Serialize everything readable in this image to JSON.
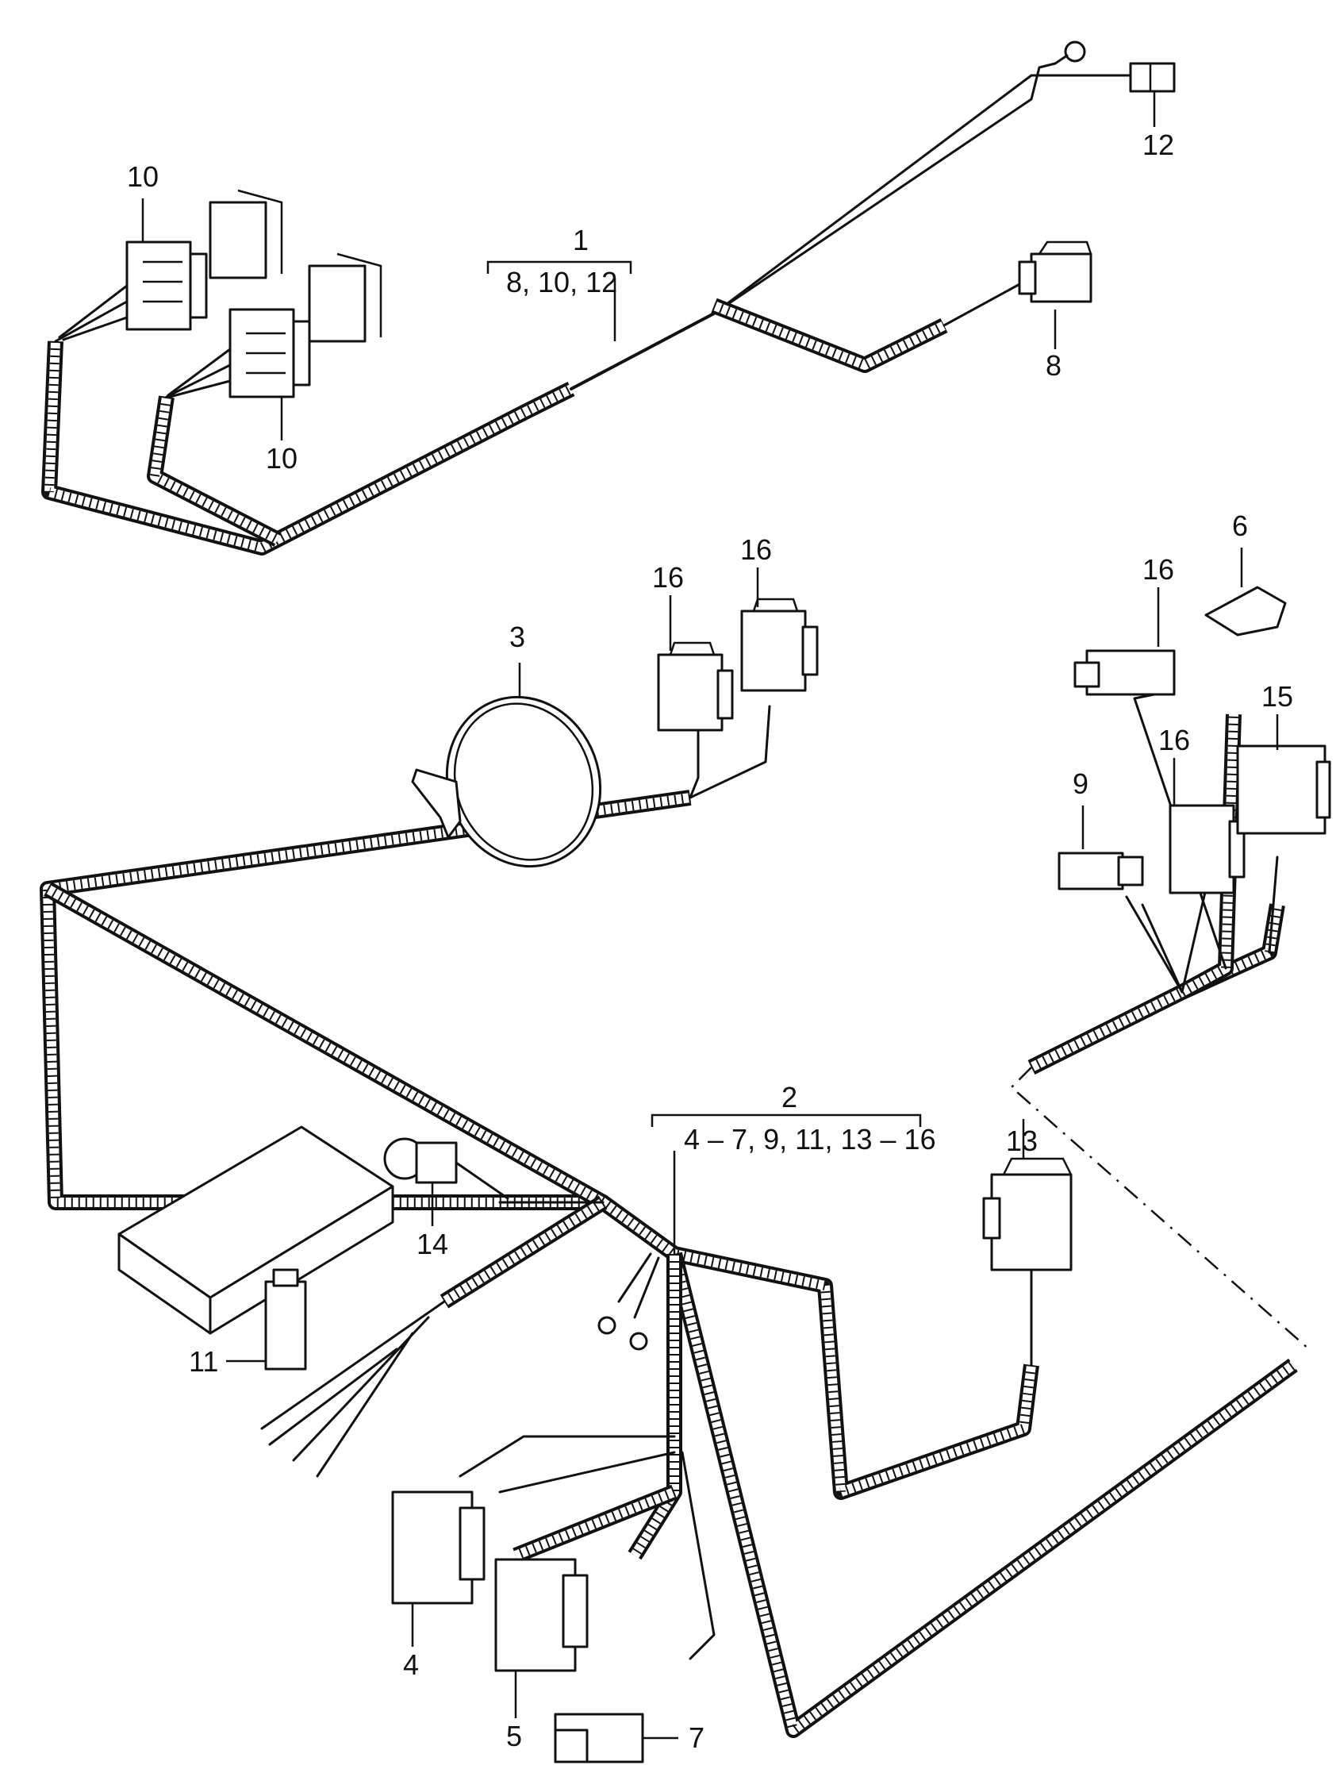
{
  "labels": {
    "l1": "1",
    "l1_sub": "8, 10, 12",
    "l2": "2",
    "l2_sub": "4 – 7, 9, 11, 13 – 16",
    "l3": "3",
    "l4": "4",
    "l5": "5",
    "l6": "6",
    "l7": "7",
    "l8": "8",
    "l9": "9",
    "l10a": "10",
    "l10b": "10",
    "l11": "11",
    "l12": "12",
    "l13": "13",
    "l14": "14",
    "l15": "15",
    "l16a": "16",
    "l16b": "16",
    "l16c": "16",
    "l16d": "16"
  }
}
